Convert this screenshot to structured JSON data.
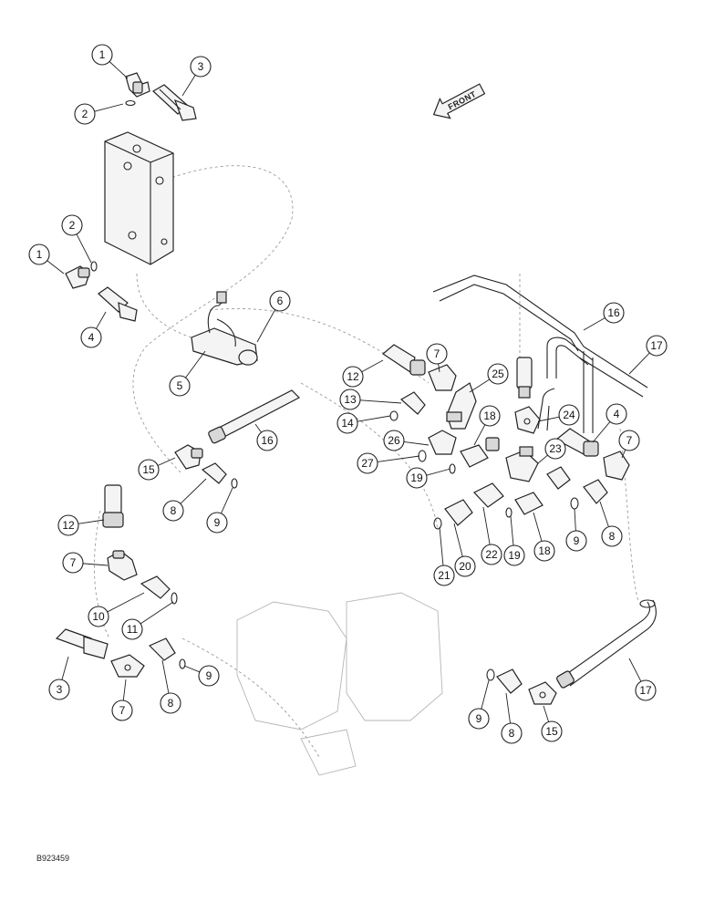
{
  "figure": {
    "code": "B923459",
    "direction_label": "FRONT"
  },
  "callouts": [
    {
      "label": "1"
    },
    {
      "label": "2"
    },
    {
      "label": "3"
    },
    {
      "label": "2"
    },
    {
      "label": "1"
    },
    {
      "label": "4"
    },
    {
      "label": "6"
    },
    {
      "label": "5"
    },
    {
      "label": "16"
    },
    {
      "label": "17"
    },
    {
      "label": "12"
    },
    {
      "label": "7"
    },
    {
      "label": "25"
    },
    {
      "label": "13"
    },
    {
      "label": "14"
    },
    {
      "label": "16"
    },
    {
      "label": "15"
    },
    {
      "label": "8"
    },
    {
      "label": "9"
    },
    {
      "label": "26"
    },
    {
      "label": "18"
    },
    {
      "label": "24"
    },
    {
      "label": "4"
    },
    {
      "label": "7"
    },
    {
      "label": "27"
    },
    {
      "label": "19"
    },
    {
      "label": "23"
    },
    {
      "label": "12"
    },
    {
      "label": "21"
    },
    {
      "label": "20"
    },
    {
      "label": "22"
    },
    {
      "label": "19"
    },
    {
      "label": "18"
    },
    {
      "label": "9"
    },
    {
      "label": "8"
    },
    {
      "label": "7"
    },
    {
      "label": "10"
    },
    {
      "label": "11"
    },
    {
      "label": "3"
    },
    {
      "label": "7"
    },
    {
      "label": "8"
    },
    {
      "label": "9"
    },
    {
      "label": "17"
    },
    {
      "label": "9"
    },
    {
      "label": "8"
    },
    {
      "label": "15"
    }
  ]
}
